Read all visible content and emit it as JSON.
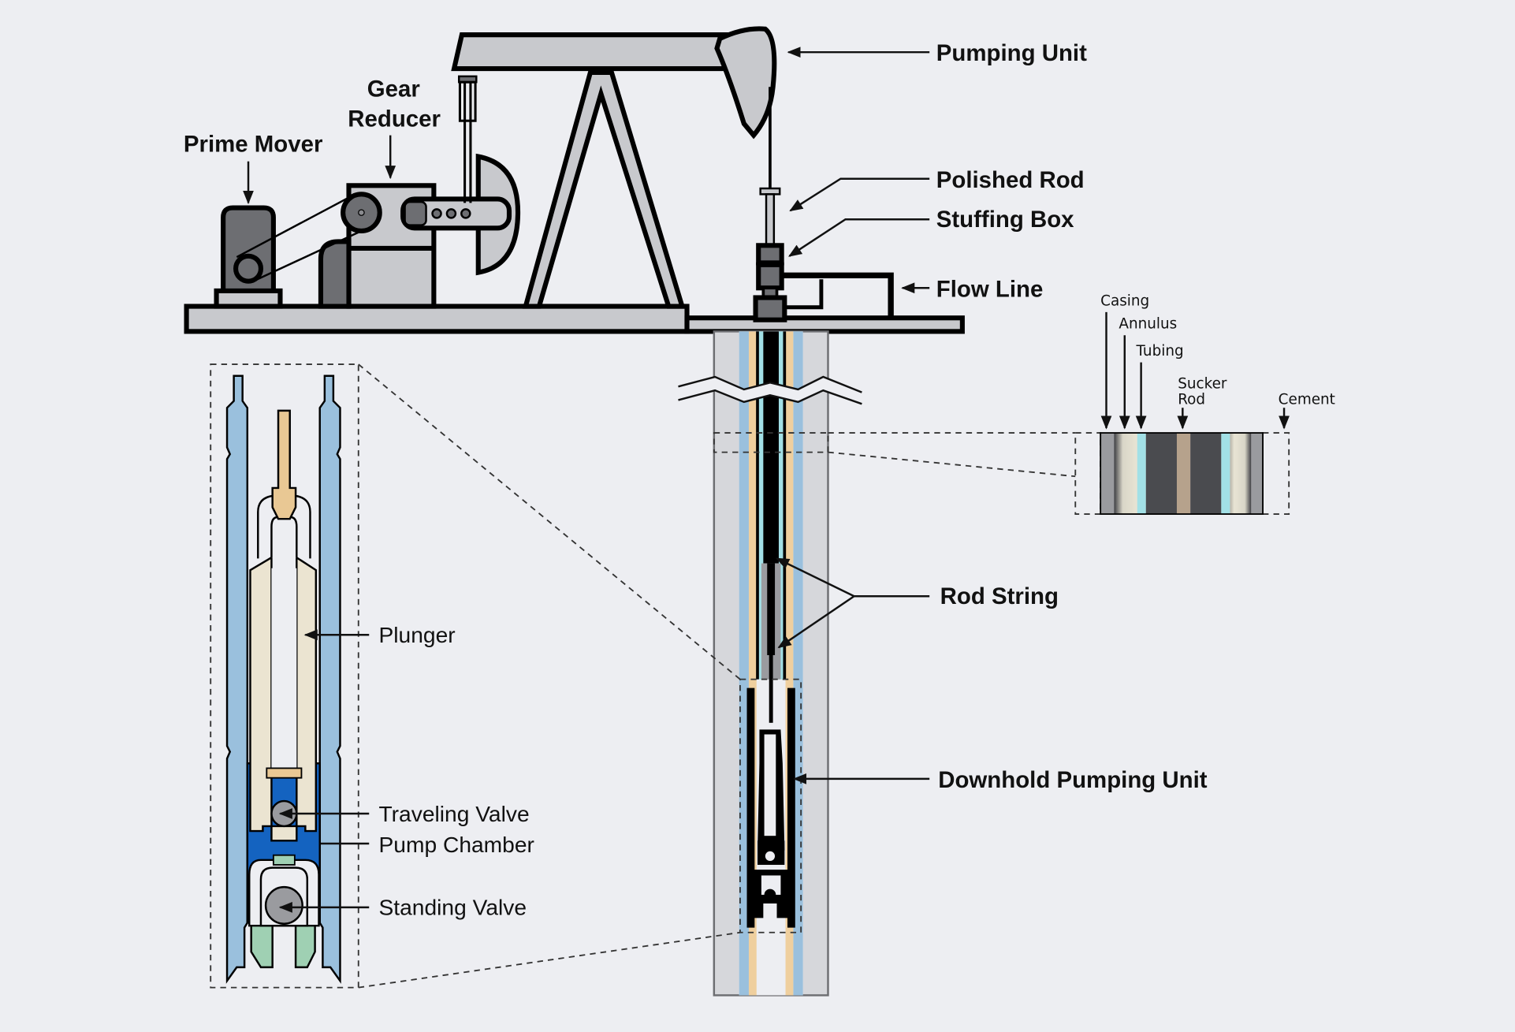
{
  "title": "Sucker Rod Pumping System",
  "colors": {
    "background": "#edeef2",
    "steel_gray": "#c8c9cd",
    "dark_gray": "#6d6e72",
    "tubing_blue": "#9ac0dd",
    "annulus_tan": "#efcf9e",
    "fluid_cyan": "#a2e0e6",
    "casing_gray": "#d6d7db",
    "chamber_blue": "#1463c0",
    "valve_green": "#9fd0b3",
    "plunger_cream": "#ebe4d1",
    "rod_tan": "#e9c894",
    "ball_gray": "#9a9b9f"
  },
  "surface_labels": {
    "prime_mover": "Prime Mover",
    "gear_reducer_line1": "Gear",
    "gear_reducer_line2": "Reducer",
    "pumping_unit": "Pumping Unit",
    "polished_rod": "Polished Rod",
    "stuffing_box": "Stuffing Box",
    "flow_line": "Flow Line"
  },
  "well_labels": {
    "rod_string": "Rod String",
    "downhole_pumping_unit": "Downhold Pumping Unit"
  },
  "cross_section_labels": {
    "casing": "Casing",
    "annulus": "Annulus",
    "tubing": "Tubing",
    "sucker_rod_line1": "Sucker",
    "sucker_rod_line2": "Rod",
    "cement": "Cement"
  },
  "pump_detail_labels": {
    "plunger": "Plunger",
    "traveling_valve": "Traveling Valve",
    "pump_chamber": "Pump Chamber",
    "standing_valve": "Standing Valve"
  }
}
